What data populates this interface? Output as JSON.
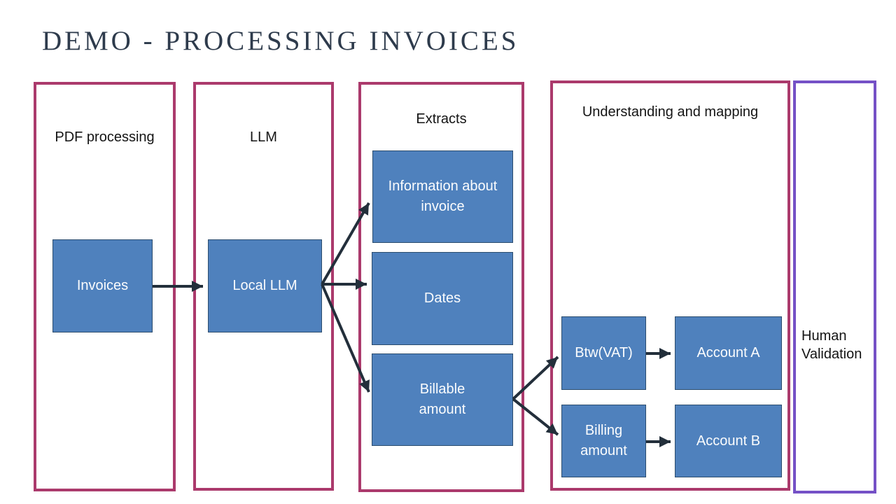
{
  "slide": {
    "title": "DEMO - PROCESSING INVOICES"
  },
  "columns": {
    "pdf": {
      "label": "PDF processing"
    },
    "llm": {
      "label": "LLM"
    },
    "extracts": {
      "label": "Extracts"
    },
    "mapping": {
      "label": "Understanding and mapping"
    },
    "validation": {
      "label": "Human\nValidation"
    }
  },
  "nodes": {
    "invoices": {
      "label": "Invoices"
    },
    "local_llm": {
      "label": "Local LLM"
    },
    "info": {
      "label": "Information about\ninvoice"
    },
    "dates": {
      "label": "Dates"
    },
    "billable": {
      "label": "Billable\namount"
    },
    "btw": {
      "label": "Btw(VAT)"
    },
    "account_a": {
      "label": "Account A"
    },
    "billing": {
      "label": "Billing\namount"
    },
    "account_b": {
      "label": "Account B"
    }
  },
  "edges": [
    {
      "from": "invoices",
      "to": "local_llm"
    },
    {
      "from": "local_llm",
      "to": "info"
    },
    {
      "from": "local_llm",
      "to": "dates"
    },
    {
      "from": "local_llm",
      "to": "billable"
    },
    {
      "from": "billable",
      "to": "btw"
    },
    {
      "from": "billable",
      "to": "billing"
    },
    {
      "from": "btw",
      "to": "account_a"
    },
    {
      "from": "billing",
      "to": "account_b"
    }
  ],
  "colors": {
    "node_fill": "#4f81bd",
    "node_border": "#2c4d6e",
    "column_border_magenta": "#ab3a6c",
    "column_border_purple": "#7551c6",
    "arrow": "#232f3b",
    "title_text": "#2e3b4c",
    "label_text": "#141414",
    "node_text": "#fbfcfd",
    "background": "#ffffff"
  }
}
